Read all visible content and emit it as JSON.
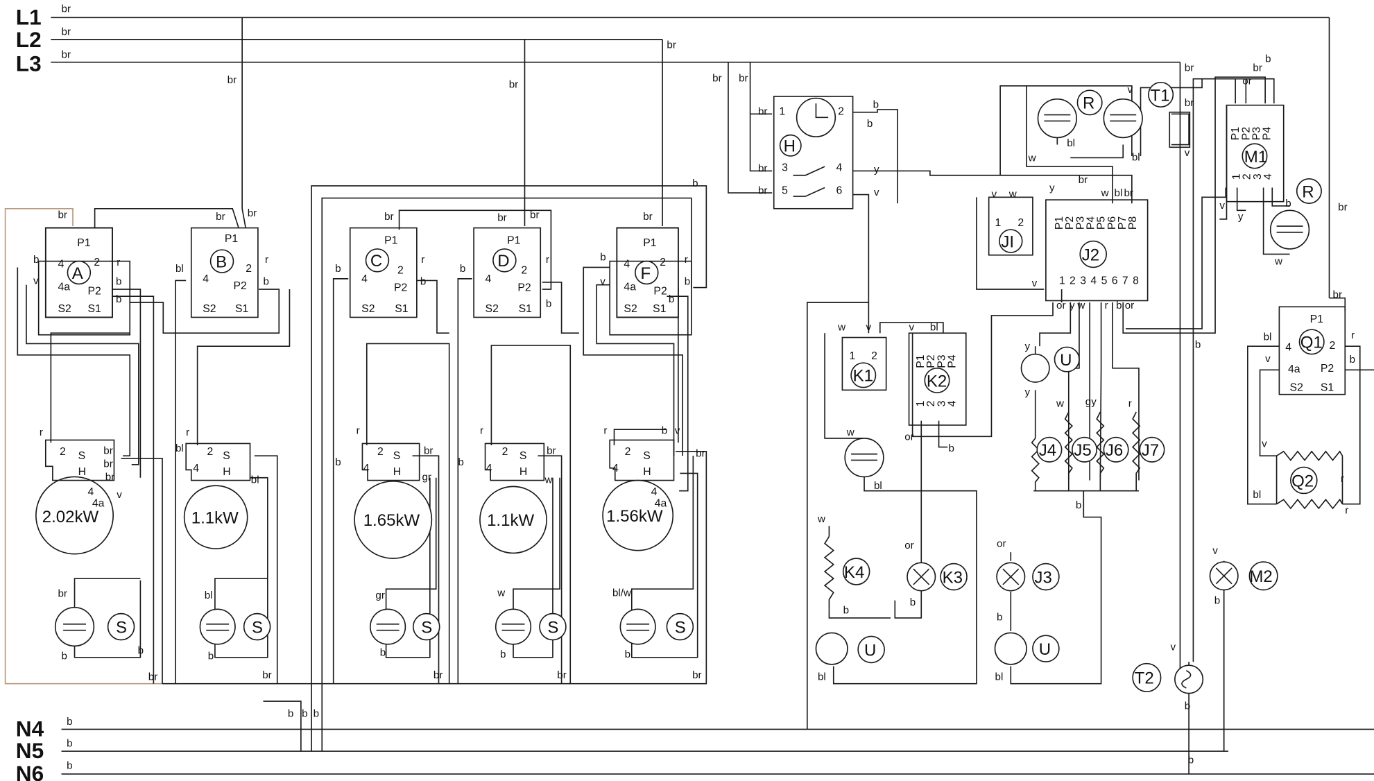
{
  "bus": {
    "lines": [
      {
        "label": "L1",
        "wire": "br"
      },
      {
        "label": "L2",
        "wire": "br"
      },
      {
        "label": "L3",
        "wire": "br"
      },
      {
        "label": "N4",
        "wire": "b"
      },
      {
        "label": "N5",
        "wire": "b"
      },
      {
        "label": "N6",
        "wire": "b"
      }
    ]
  },
  "wire_codes": [
    "br",
    "b",
    "bl",
    "r",
    "v",
    "w",
    "y",
    "or",
    "gr",
    "gy",
    "bl/w"
  ],
  "hotplates": [
    {
      "switch": "A",
      "power": "2.02kW",
      "indicator": "S",
      "lamp_wire": "br",
      "dual": true
    },
    {
      "switch": "B",
      "power": "1.1kW",
      "indicator": "S",
      "lamp_wire": "bl",
      "dual": false
    },
    {
      "switch": "C",
      "power": "1.65kW",
      "indicator": "S",
      "lamp_wire": "gr",
      "dual": false
    },
    {
      "switch": "D",
      "power": "1.1kW",
      "indicator": "S",
      "lamp_wire": "w",
      "dual": false
    },
    {
      "switch": "F",
      "power": "1.56kW",
      "indicator": "S",
      "lamp_wire": "bl/w",
      "dual": true
    }
  ],
  "switch_pins": {
    "P1": "P1",
    "P2": "P2",
    "S1": "S1",
    "S2": "S2",
    "p2": "2",
    "p4": "4",
    "p4a": "4a",
    "S": "S",
    "H": "H",
    "n2": "2"
  },
  "oven": {
    "timer": "H",
    "timer_pins": [
      "1",
      "2",
      "3",
      "4",
      "5",
      "6"
    ],
    "thermostat": "T1",
    "lamp_R": "R",
    "motor": "M1",
    "motor_pins_top": [
      "P1",
      "P2",
      "P3",
      "P4"
    ],
    "motor_pins_bottom": [
      "1",
      "2",
      "3",
      "4"
    ],
    "fan_R": "R",
    "selector": "J2",
    "selector_pins_top": [
      "P1",
      "P2",
      "P3",
      "P4",
      "P5",
      "P6",
      "P7",
      "P8"
    ],
    "selector_pins_bottom": [
      "1",
      "2",
      "3",
      "4",
      "5",
      "6",
      "7",
      "8"
    ],
    "JI": "JI",
    "JI_pins": [
      "1",
      "2"
    ],
    "U": "U",
    "K1": "K1",
    "K1_pins": [
      "1",
      "2"
    ],
    "K2": "K2",
    "K2_pins_top": [
      "P1",
      "P2",
      "P3",
      "P4"
    ],
    "K2_pins_bottom": [
      "1",
      "2",
      "3",
      "4"
    ],
    "K3": "K3",
    "K4": "K4",
    "J3": "J3",
    "heaters": [
      "J4",
      "J5",
      "J6",
      "J7"
    ],
    "U_bottom_left": "U",
    "U_bottom_right": "U",
    "Q1": "Q1",
    "Q2": "Q2",
    "M2": "M2",
    "T2": "T2"
  }
}
